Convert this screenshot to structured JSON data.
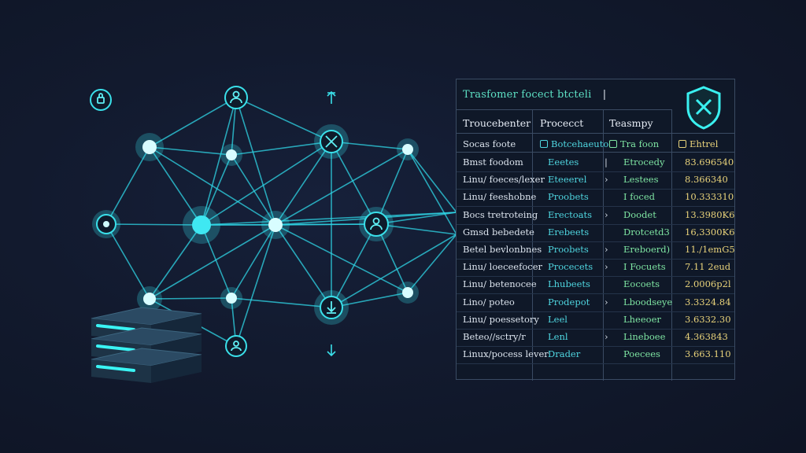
{
  "panel": {
    "title": "Trasfomer focect btcteli",
    "title_cursor": "|",
    "columns": [
      "Troucebenter",
      "Procecct",
      "Teasmpy",
      ""
    ],
    "subheader": [
      "Socas foote",
      "Botcehaeuto",
      "Tra foon",
      "Ehtrel"
    ],
    "rows": [
      {
        "c0": "Bmst foodom",
        "c1": "Eeetes",
        "c2": "Etrocedy",
        "c3": "83.696540",
        "arrow": "|"
      },
      {
        "c0": "Linu/ foeces/lexer",
        "c1": "Eteeerel",
        "c2": "Lestees",
        "c3": "8.366340",
        "arrow": "›"
      },
      {
        "c0": "Linu/ feeshobne",
        "c1": "Proobets",
        "c2": "I foced",
        "c3": "10.333310",
        "arrow": ""
      },
      {
        "c0": "Bocs tretroteing",
        "c1": "Erectoats",
        "c2": "Doodet",
        "c3": "13.3980K6",
        "arrow": "›"
      },
      {
        "c0": "Gmsd bebedete",
        "c1": "Erebeets",
        "c2": "Drotcetd3",
        "c3": "16,3300K6",
        "arrow": ""
      },
      {
        "c0": "Betel bevlonbnes",
        "c1": "Proobets",
        "c2": "Ereboerd)",
        "c3": "11./1emG5",
        "arrow": "›"
      },
      {
        "c0": "Linu/ loeceefocer",
        "c1": "Procecets",
        "c2": "I Focuets",
        "c3": "7.11 2eud",
        "arrow": "›"
      },
      {
        "c0": "Linu/ betenocee",
        "c1": "Lhubeets",
        "c2": "Eocoets",
        "c3": "2.0006p2l",
        "arrow": ""
      },
      {
        "c0": "Lino/ poteo",
        "c1": "Prodepot",
        "c2": "Lboodseye",
        "c3": "3.3324.84",
        "arrow": "›"
      },
      {
        "c0": "Linu/ poessetory",
        "c1": "Leel",
        "c2": "Lheeoer",
        "c3": "3.6332.30",
        "arrow": ""
      },
      {
        "c0": "Beteo//sctry/r",
        "c1": "Lenl",
        "c2": "Lineboee",
        "c3": "4.363843",
        "arrow": "›"
      },
      {
        "c0": "Linux/pocess lever",
        "c1": "Drader",
        "c2": "Poecees",
        "c3": "3.663.110",
        "arrow": ""
      }
    ]
  },
  "colors": {
    "edge": "#2fd6e6",
    "node": "#36e6f2",
    "panel_border": "#3a4b63",
    "col_process": "#4fd6e0",
    "col_type": "#7fe6a3",
    "col_value": "#e8d27a"
  },
  "icons": {
    "node_icons": [
      "lock-icon",
      "user-icon",
      "tools-icon",
      "user-icon",
      "download-icon",
      "location-icon",
      "shield-tools-icon"
    ]
  }
}
